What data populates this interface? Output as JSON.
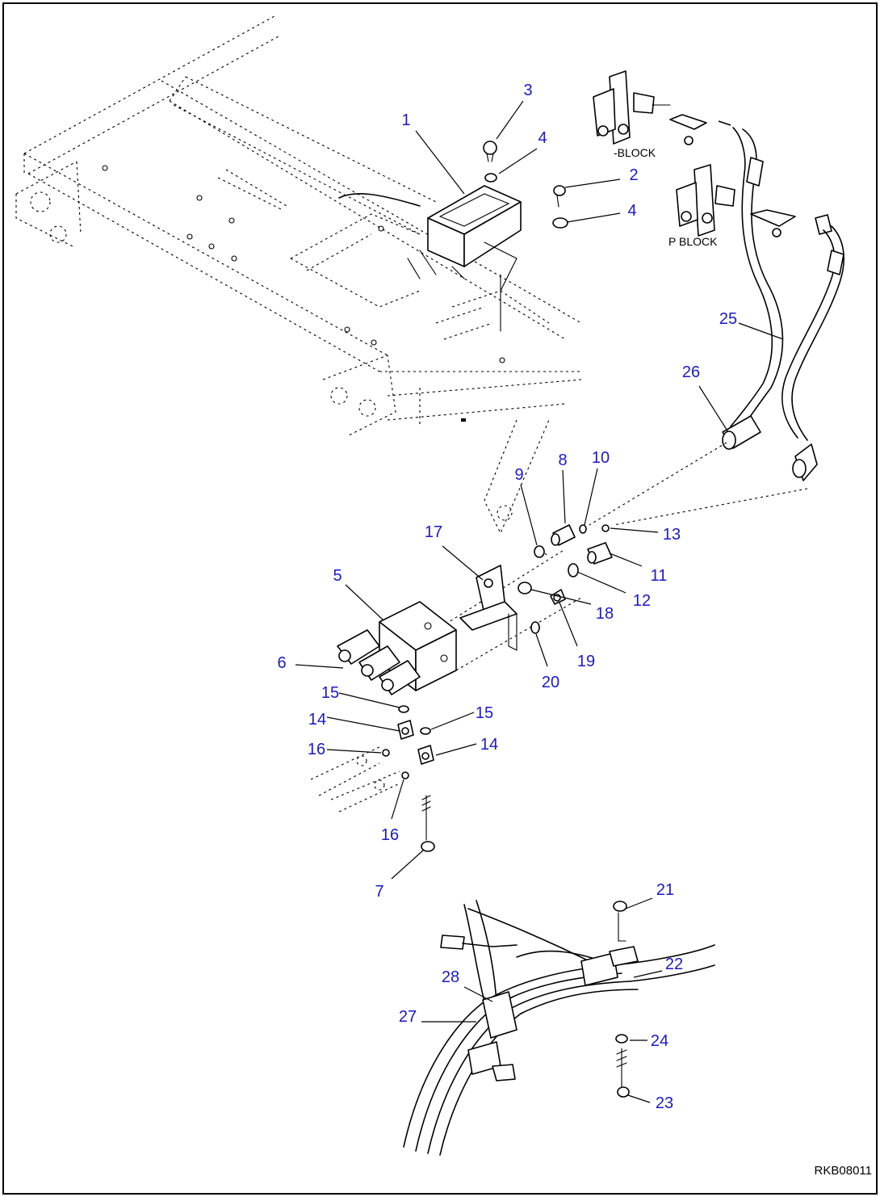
{
  "drawing": {
    "document_code": "RKB08011",
    "block_labels": [
      "-BLOCK",
      "P BLOCK"
    ],
    "callout_color": "#1a1acc"
  },
  "callouts": [
    {
      "number": "1"
    },
    {
      "number": "2"
    },
    {
      "number": "3"
    },
    {
      "number": "4"
    },
    {
      "number": "4"
    },
    {
      "number": "5"
    },
    {
      "number": "6"
    },
    {
      "number": "7"
    },
    {
      "number": "8"
    },
    {
      "number": "9"
    },
    {
      "number": "10"
    },
    {
      "number": "11"
    },
    {
      "number": "12"
    },
    {
      "number": "13"
    },
    {
      "number": "14"
    },
    {
      "number": "14"
    },
    {
      "number": "15"
    },
    {
      "number": "15"
    },
    {
      "number": "16"
    },
    {
      "number": "16"
    },
    {
      "number": "17"
    },
    {
      "number": "18"
    },
    {
      "number": "19"
    },
    {
      "number": "20"
    },
    {
      "number": "21"
    },
    {
      "number": "22"
    },
    {
      "number": "23"
    },
    {
      "number": "24"
    },
    {
      "number": "25"
    },
    {
      "number": "26"
    },
    {
      "number": "27"
    },
    {
      "number": "28"
    }
  ]
}
